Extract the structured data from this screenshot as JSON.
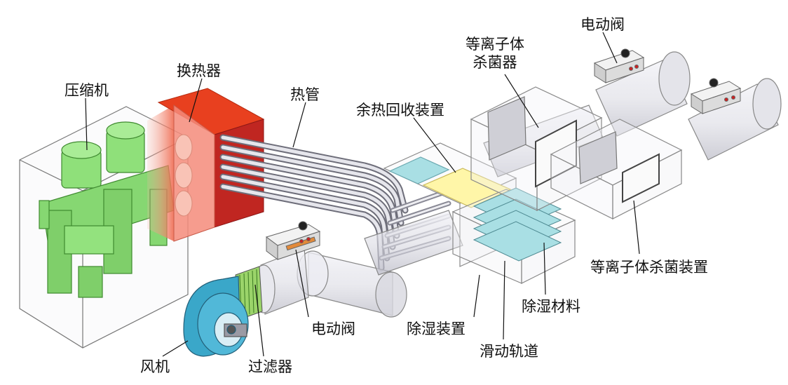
{
  "colors": {
    "compressor": "#8fe07a",
    "heat_exchanger": "#e23a1c",
    "recovery_core": "#fff6a8",
    "dehumid_plate": "#a9dfe4",
    "fan": "#3aa7c9",
    "filter": "#8bcf5a",
    "valve_actuator": "#eeeeee",
    "pipe": "#c9c9d2",
    "housing_line": "#777777"
  },
  "labels": {
    "compressor": "压缩机",
    "heat_exchanger": "换热器",
    "heat_pipe": "热管",
    "heat_recovery": "余热回收装置",
    "plasma_sterilizer_top": "等离子体\n杀菌器",
    "valve_top": "电动阀",
    "plasma_device": "等离子体杀菌装置",
    "dehumid_material": "除湿材料",
    "valve_bottom": "电动阀",
    "dehumid_device": "除湿装置",
    "sliding_rail": "滑动轨道",
    "fan": "风机",
    "filter": "过滤器"
  }
}
